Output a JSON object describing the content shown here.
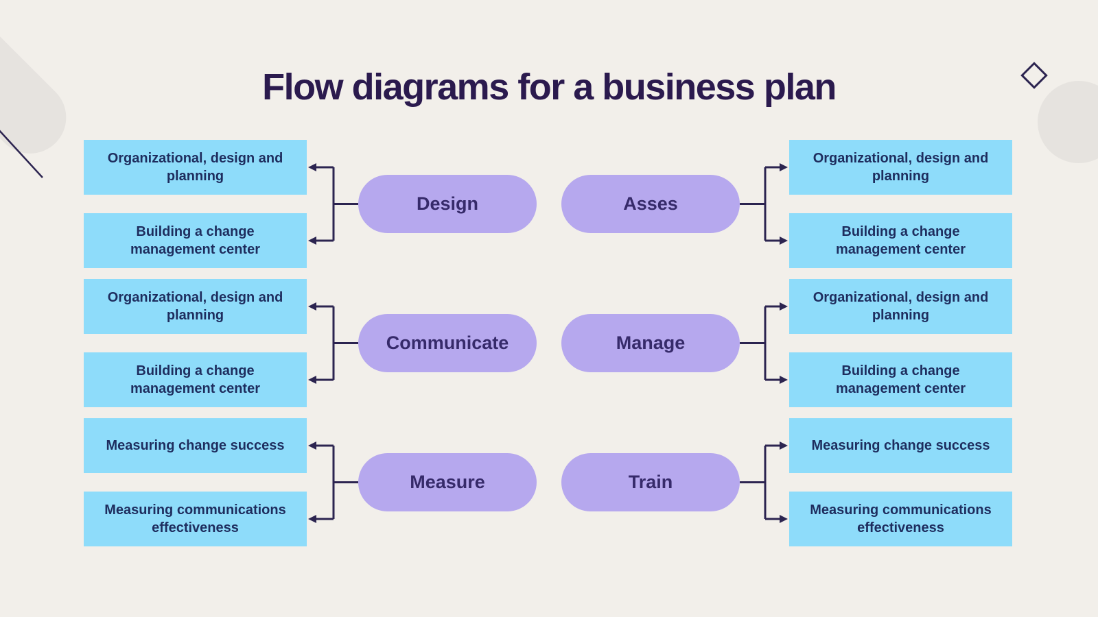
{
  "title": "Flow diagrams for a business plan",
  "colors": {
    "background": "#f2efea",
    "box_fill": "#8edcfa",
    "box_text": "#1e2d5e",
    "pill_fill": "#b6a8ee",
    "pill_text": "#362a6a",
    "line": "#2c2450",
    "title": "#2b1a4e",
    "decor_gray": "#e6e3df"
  },
  "decor": {
    "top_left": "capsule-shape",
    "top_left_line": "diagonal-line",
    "top_right": "diamond-outline-icon",
    "right_edge": "ring-shape"
  },
  "diagram": {
    "left": [
      {
        "pill": "Design",
        "boxes": [
          "Organizational, design and planning",
          "Building a change management center"
        ]
      },
      {
        "pill": "Communicate",
        "boxes": [
          "Organizational, design and planning",
          "Building a change management center"
        ]
      },
      {
        "pill": "Measure",
        "boxes": [
          "Measuring change success",
          "Measuring communications effectiveness"
        ]
      }
    ],
    "right": [
      {
        "pill": "Asses",
        "boxes": [
          "Organizational, design and planning",
          "Building a change management center"
        ]
      },
      {
        "pill": "Manage",
        "boxes": [
          "Organizational, design and planning",
          "Building a change management center"
        ]
      },
      {
        "pill": "Train",
        "boxes": [
          "Measuring change success",
          "Measuring communications effectiveness"
        ]
      }
    ]
  }
}
